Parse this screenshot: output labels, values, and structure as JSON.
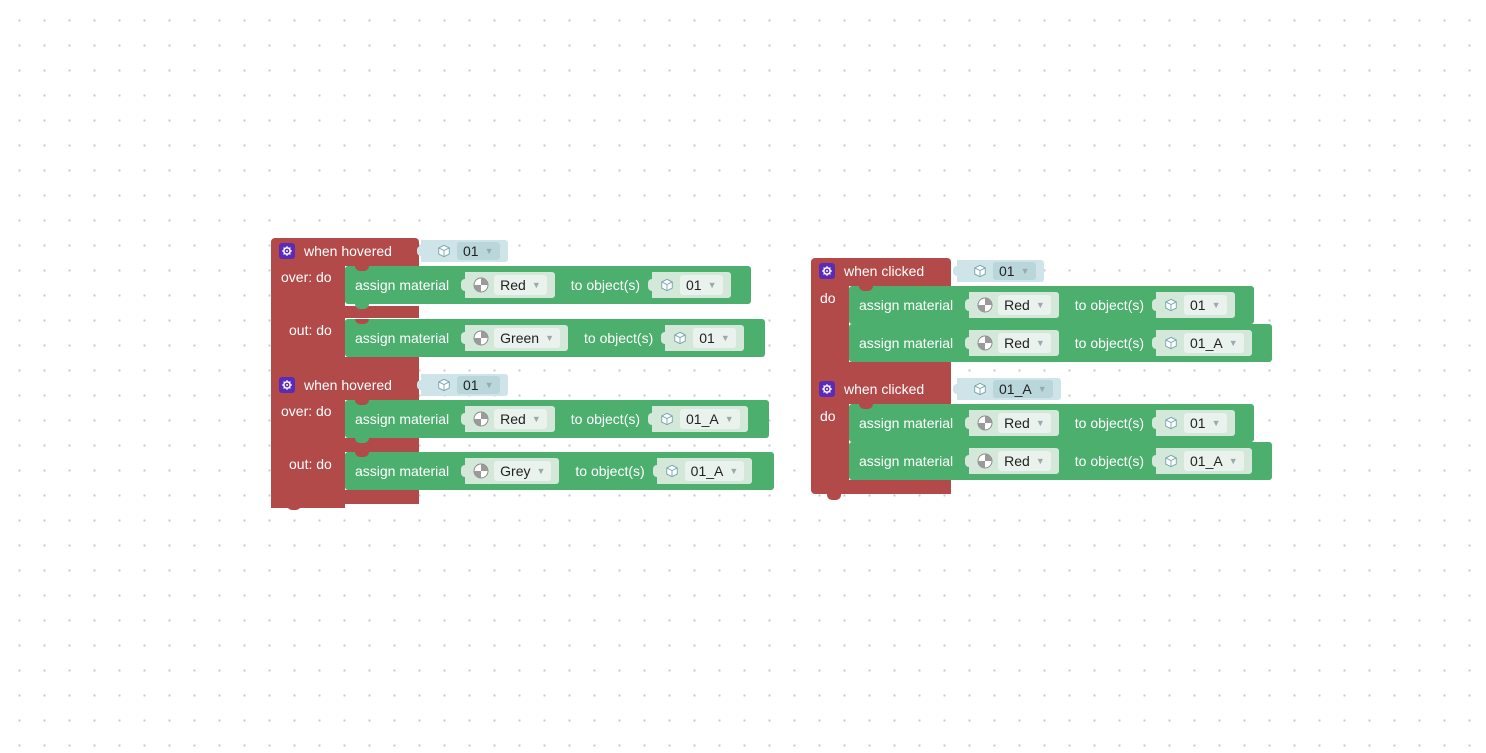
{
  "colors": {
    "event_block": "#b34a4a",
    "action_block": "#4caf6e",
    "field_bg": "#d4e8d9",
    "object_field_bg": "#cfe4e8",
    "event_icon": "#5b2bb8",
    "canvas_dots": "#c9c9c9"
  },
  "icons": {
    "event": "cog-icon",
    "object": "cube-icon",
    "material": "material-ball-icon",
    "dropdown": "chevron-down-icon"
  },
  "left_stack": [
    {
      "label": "when hovered",
      "object": "01",
      "over_label": "over: do",
      "out_label": "out: do",
      "over": {
        "action": "assign material",
        "material": "Red",
        "mid": "to object(s)",
        "target": "01"
      },
      "out": {
        "action": "assign material",
        "material": "Green",
        "mid": "to object(s)",
        "target": "01"
      }
    },
    {
      "label": "when hovered",
      "object": "01",
      "over_label": "over: do",
      "out_label": "out: do",
      "over": {
        "action": "assign material",
        "material": "Red",
        "mid": "to object(s)",
        "target": "01_A"
      },
      "out": {
        "action": "assign material",
        "material": "Grey",
        "mid": "to object(s)",
        "target": "01_A"
      }
    }
  ],
  "right_stack": [
    {
      "label": "when clicked",
      "object": "01",
      "do_label": "do",
      "actions": [
        {
          "action": "assign material",
          "material": "Red",
          "mid": "to object(s)",
          "target": "01"
        },
        {
          "action": "assign material",
          "material": "Red",
          "mid": "to object(s)",
          "target": "01_A"
        }
      ]
    },
    {
      "label": "when clicked",
      "object": "01_A",
      "do_label": "do",
      "actions": [
        {
          "action": "assign material",
          "material": "Red",
          "mid": "to object(s)",
          "target": "01"
        },
        {
          "action": "assign material",
          "material": "Red",
          "mid": "to object(s)",
          "target": "01_A"
        }
      ]
    }
  ]
}
